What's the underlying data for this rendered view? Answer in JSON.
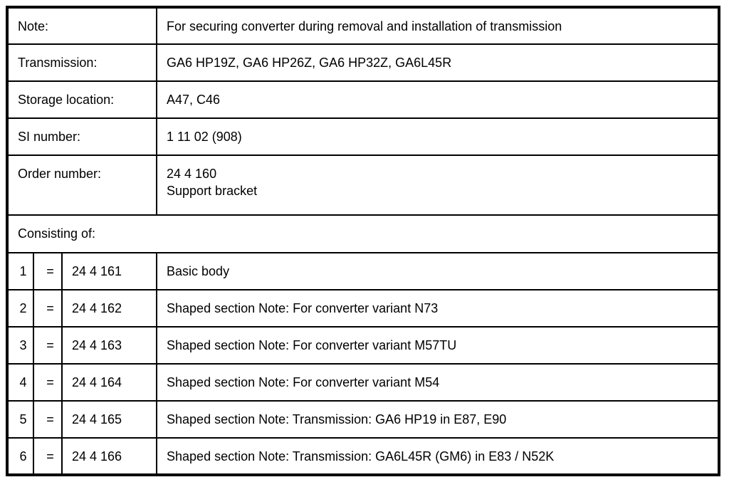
{
  "document": {
    "type": "special-tool-spec-table",
    "colors": {
      "border": "#000000",
      "text": "#000000",
      "background": "#ffffff"
    },
    "info_rows": [
      {
        "label": "Note:",
        "value": "For securing converter during removal and installation of transmission"
      },
      {
        "label": "Transmission:",
        "value": "GA6 HP19Z, GA6 HP26Z, GA6 HP32Z, GA6L45R"
      },
      {
        "label": "Storage location:",
        "value": "A47, C46"
      },
      {
        "label": "SI number:",
        "value": "1 11 02 (908)"
      }
    ],
    "order_row": {
      "label": "Order number:",
      "value_line1": "24 4 160",
      "value_line2": "Support bracket"
    },
    "section_header": "Consisting of:",
    "items": [
      {
        "index": "1",
        "symbol": "=",
        "part_number": "24 4 161",
        "description": "Basic body"
      },
      {
        "index": "2",
        "symbol": "=",
        "part_number": "24 4 162",
        "description": "Shaped section Note: For converter variant N73"
      },
      {
        "index": "3",
        "symbol": "=",
        "part_number": "24 4 163",
        "description": "Shaped section Note: For converter variant M57TU"
      },
      {
        "index": "4",
        "symbol": "=",
        "part_number": "24 4 164",
        "description": "Shaped section Note: For converter variant M54"
      },
      {
        "index": "5",
        "symbol": "=",
        "part_number": "24 4 165",
        "description": "Shaped section Note: Transmission: GA6 HP19 in E87, E90"
      },
      {
        "index": "6",
        "symbol": "=",
        "part_number": "24 4 166",
        "description": "Shaped section Note: Transmission: GA6L45R (GM6) in E83 / N52K"
      }
    ]
  }
}
